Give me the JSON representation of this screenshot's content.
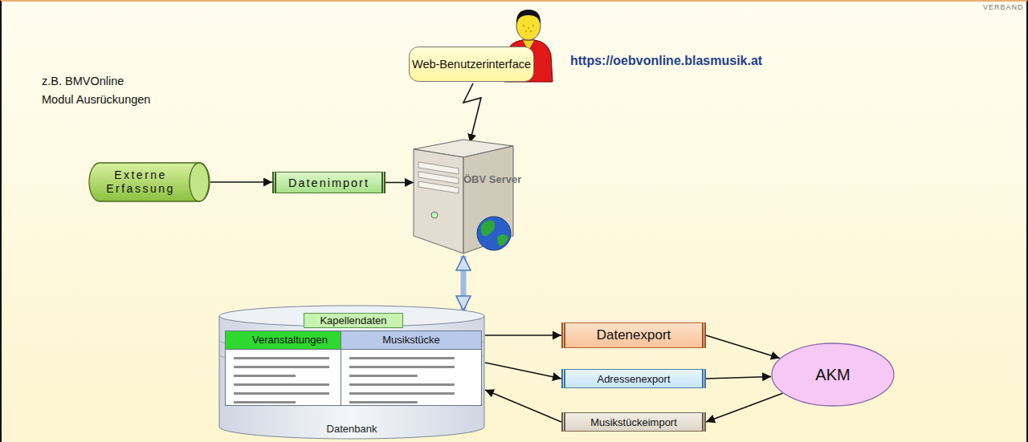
{
  "diagram": {
    "nodes": [
      {
        "text": [
          "Web-Benutzerinterface"
        ]
      },
      {
        "text": [
          "Externe Erfassung"
        ]
      },
      {
        "text": [
          "Datenimport"
        ]
      },
      {
        "text": [
          "ÖBV Server"
        ]
      },
      {
        "text": [
          "Datenbank"
        ]
      },
      {
        "text": [
          "Kapellendaten"
        ],
        "in": 4
      },
      {
        "text": [
          "Veranstaltungen"
        ],
        "in": 4
      },
      {
        "text": [
          "Musikstücke"
        ],
        "in": 4
      },
      {
        "text": [
          "Datenexport"
        ]
      },
      {
        "text": [
          "Adressenexport"
        ]
      },
      {
        "text": [
          "Musikstückeimport"
        ]
      },
      {
        "text": [
          "AKM"
        ]
      }
    ],
    "edges": [
      {
        "from": 1,
        "to": 2,
        "arrow": "to"
      },
      {
        "from": 2,
        "to": 3,
        "arrow": "to"
      },
      {
        "from": 0,
        "to": 3,
        "arrow": "to"
      },
      {
        "from": 3,
        "to": 4,
        "arrow": "both"
      },
      {
        "from": 4,
        "to": 8,
        "arrow": "to"
      },
      {
        "from": 8,
        "to": 11,
        "arrow": "to"
      },
      {
        "from": 4,
        "to": 9,
        "arrow": "to"
      },
      {
        "from": 9,
        "to": 11,
        "arrow": "to"
      },
      {
        "from": 11,
        "to": 10,
        "arrow": "to"
      },
      {
        "from": 10,
        "to": 4,
        "arrow": "to"
      }
    ],
    "labels": [
      "VERBAND",
      "https://oebvonline.blasmusik.at",
      "z.B. BMVOnline",
      "Modul Ausrückungen"
    ]
  }
}
